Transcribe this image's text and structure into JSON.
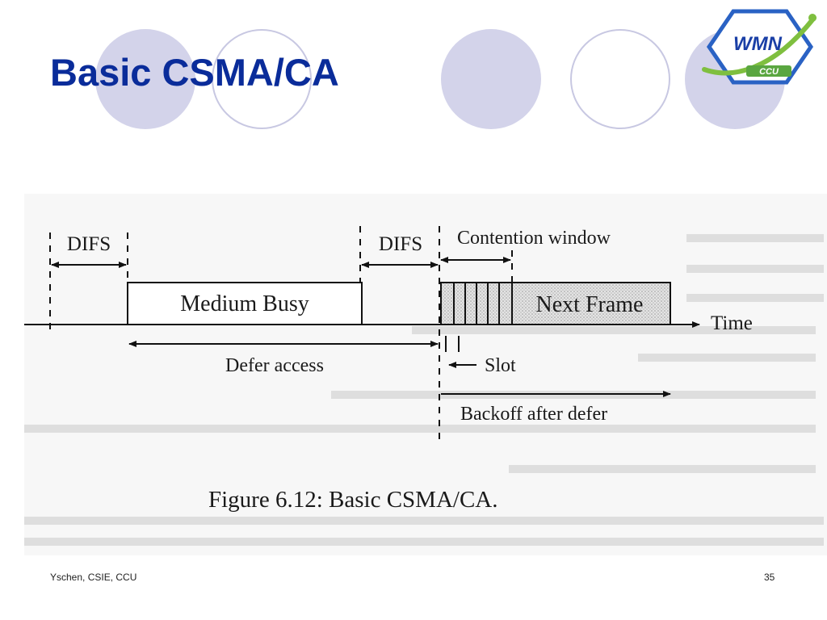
{
  "slide": {
    "title": "Basic CSMA/CA",
    "footer_left": "Yschen, CSIE, CCU",
    "page_number": "35"
  },
  "logo": {
    "top_text": "WMN",
    "bottom_text": "CCU",
    "colors": {
      "hexagon": "#2a62c4",
      "text": "#1a3fa6",
      "swoosh": "#7fbf3f",
      "band": "#5aa640"
    }
  },
  "diagram": {
    "labels": {
      "difs_left": "DIFS",
      "difs_right": "DIFS",
      "contention_window": "Contention window",
      "medium_busy": "Medium Busy",
      "next_frame": "Next Frame",
      "time": "Time",
      "defer_access": "Defer access",
      "slot": "Slot",
      "backoff_after_defer": "Backoff after defer"
    },
    "caption": "Figure 6.12:  Basic CSMA/CA."
  },
  "colors": {
    "title": "#0a2c9a",
    "circle_fill": "#d3d3ea",
    "circle_outline": "#c8c8e2"
  }
}
